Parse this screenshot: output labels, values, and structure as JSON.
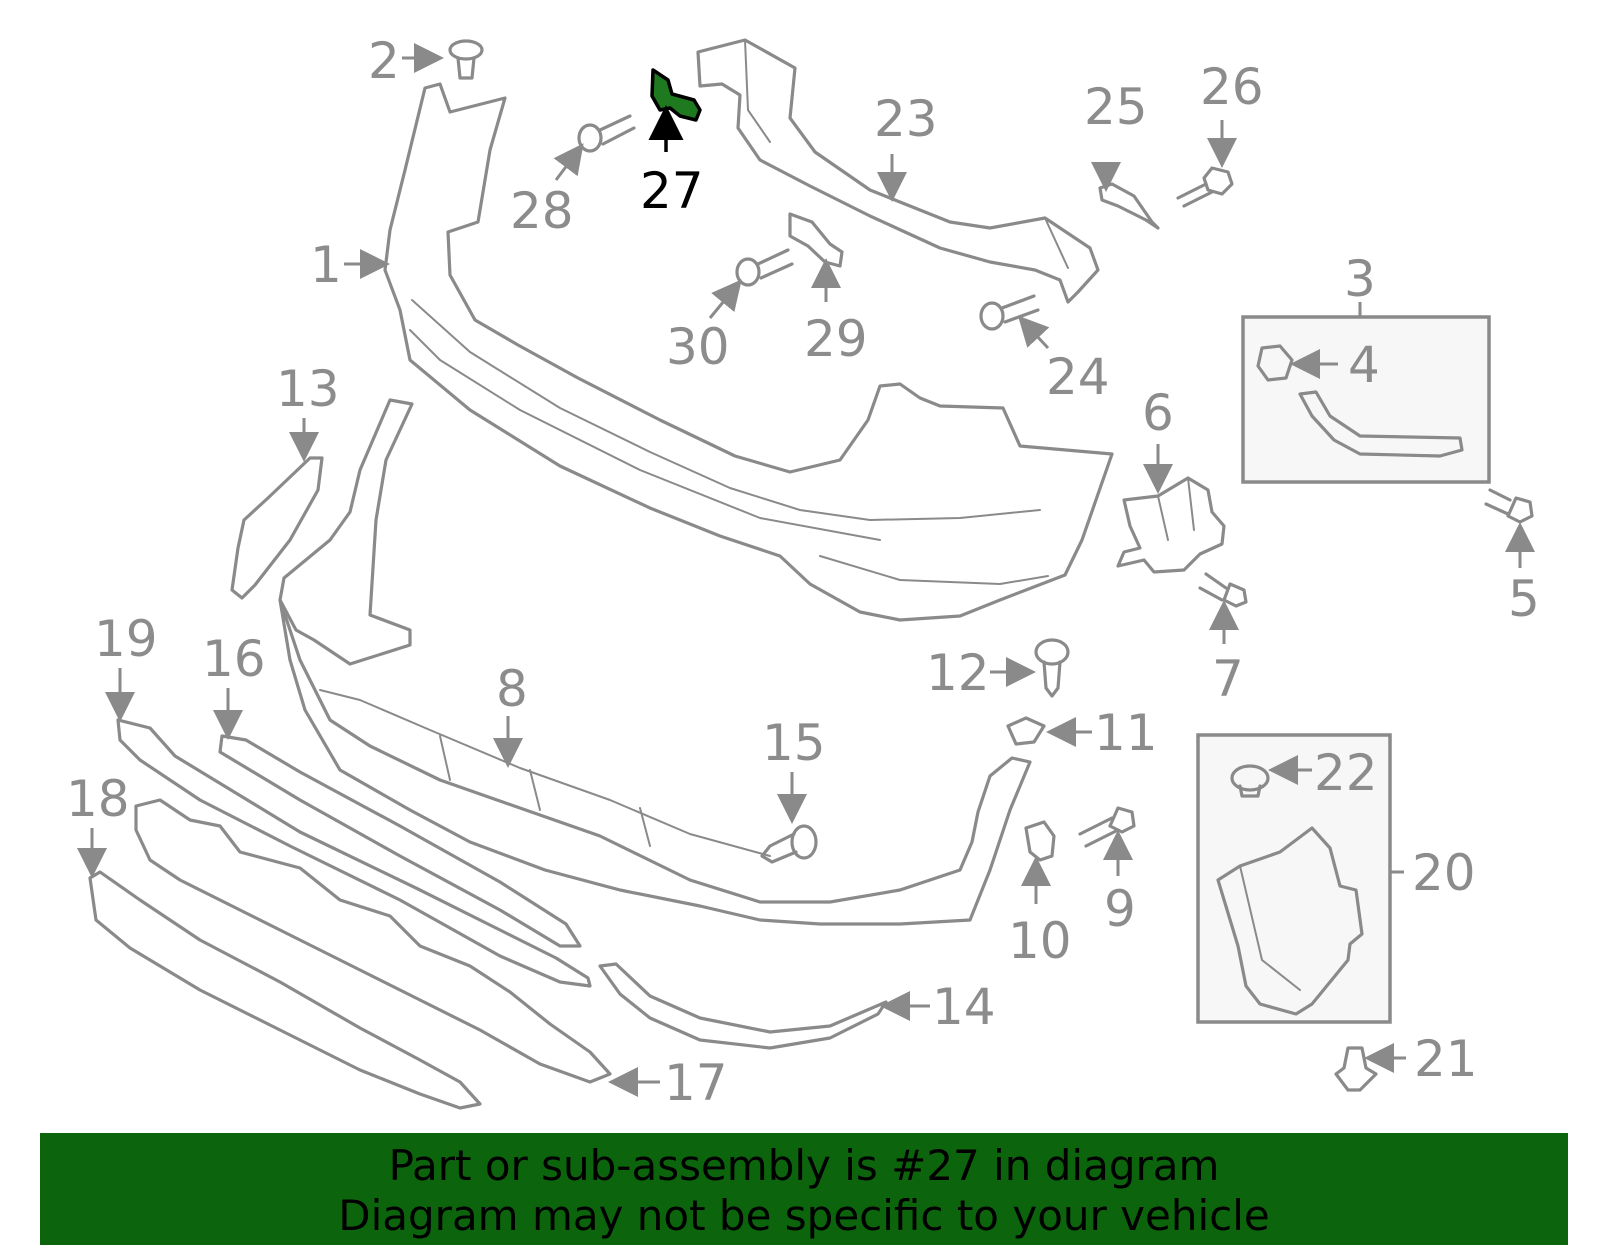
{
  "diagram": {
    "callouts": [
      {
        "id": "1",
        "label": "1"
      },
      {
        "id": "2",
        "label": "2"
      },
      {
        "id": "3",
        "label": "3"
      },
      {
        "id": "4",
        "label": "4"
      },
      {
        "id": "5",
        "label": "5"
      },
      {
        "id": "6",
        "label": "6"
      },
      {
        "id": "7",
        "label": "7"
      },
      {
        "id": "8",
        "label": "8"
      },
      {
        "id": "9",
        "label": "9"
      },
      {
        "id": "10",
        "label": "10"
      },
      {
        "id": "11",
        "label": "11"
      },
      {
        "id": "12",
        "label": "12"
      },
      {
        "id": "13",
        "label": "13"
      },
      {
        "id": "14",
        "label": "14"
      },
      {
        "id": "15",
        "label": "15"
      },
      {
        "id": "16",
        "label": "16"
      },
      {
        "id": "17",
        "label": "17"
      },
      {
        "id": "18",
        "label": "18"
      },
      {
        "id": "19",
        "label": "19"
      },
      {
        "id": "20",
        "label": "20"
      },
      {
        "id": "21",
        "label": "21"
      },
      {
        "id": "22",
        "label": "22"
      },
      {
        "id": "23",
        "label": "23"
      },
      {
        "id": "24",
        "label": "24"
      },
      {
        "id": "25",
        "label": "25"
      },
      {
        "id": "26",
        "label": "26"
      },
      {
        "id": "27",
        "label": "27"
      },
      {
        "id": "28",
        "label": "28"
      },
      {
        "id": "29",
        "label": "29"
      },
      {
        "id": "30",
        "label": "30"
      }
    ],
    "highlighted_part": "27",
    "highlight_color": "#1f7a1f",
    "line_color": "#8a8a8a"
  },
  "banner": {
    "line1": "Part or sub-assembly is #27 in diagram",
    "line2": "Diagram may not be specific to your vehicle",
    "background_color": "#0c640c"
  }
}
